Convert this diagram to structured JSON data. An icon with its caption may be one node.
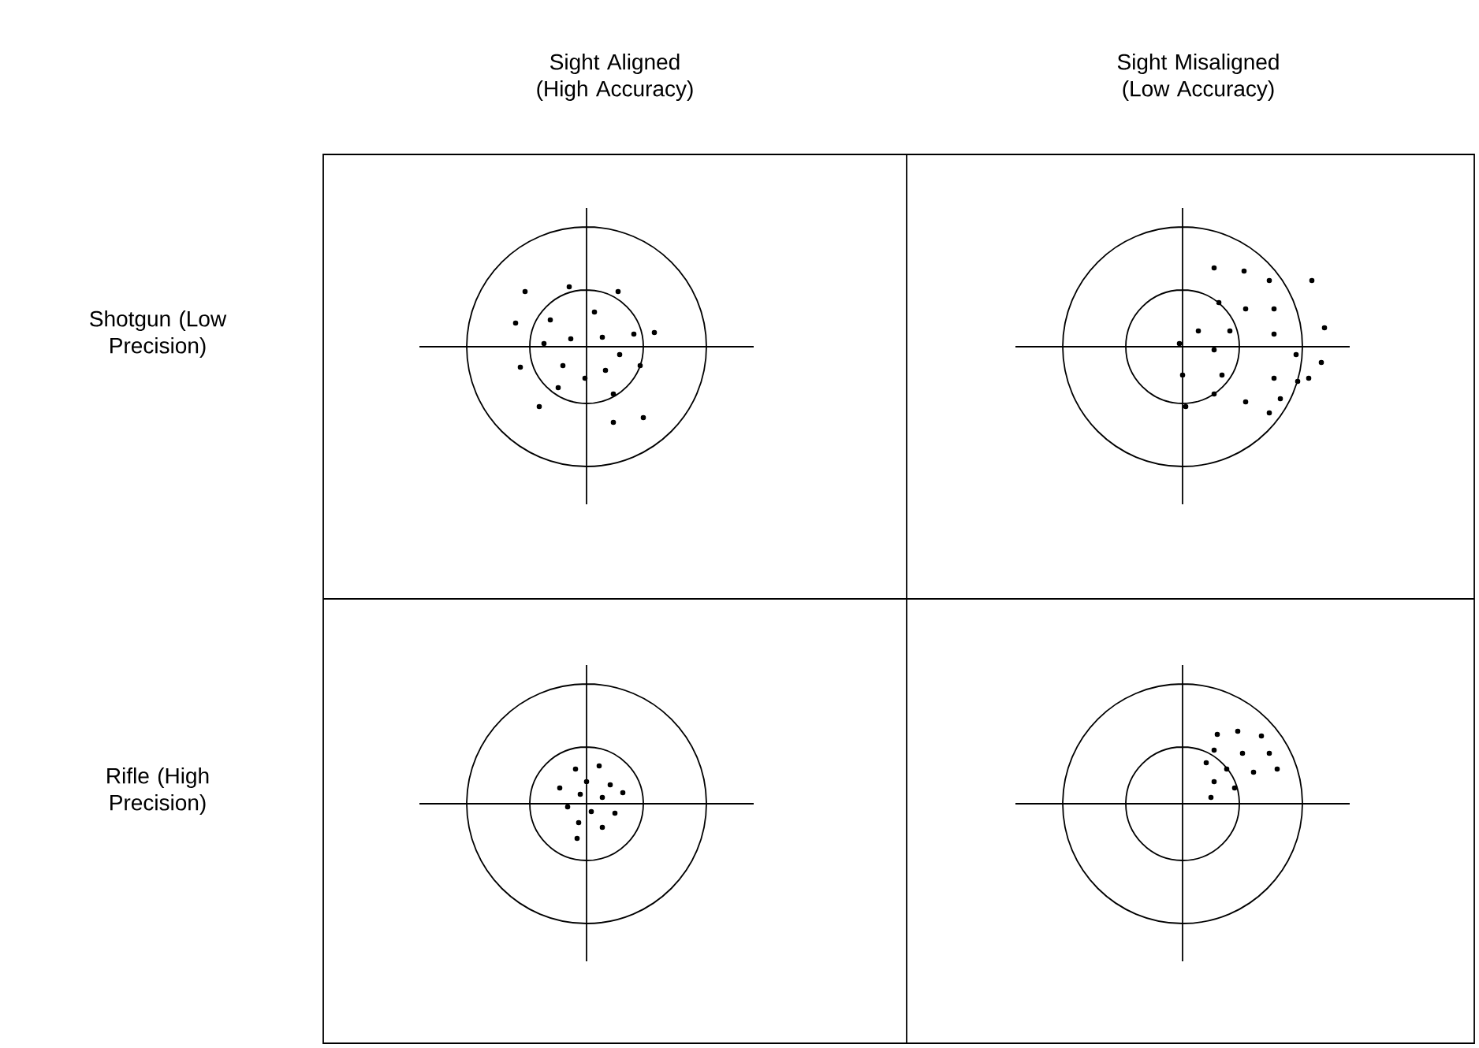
{
  "diagram": {
    "labels": [
      "Sight Aligned (High Accuracy)",
      "Sight Misaligned (Low Accuracy)",
      "Shotgun (Low Precision)",
      "Rifle (High Precision)"
    ]
  }
}
